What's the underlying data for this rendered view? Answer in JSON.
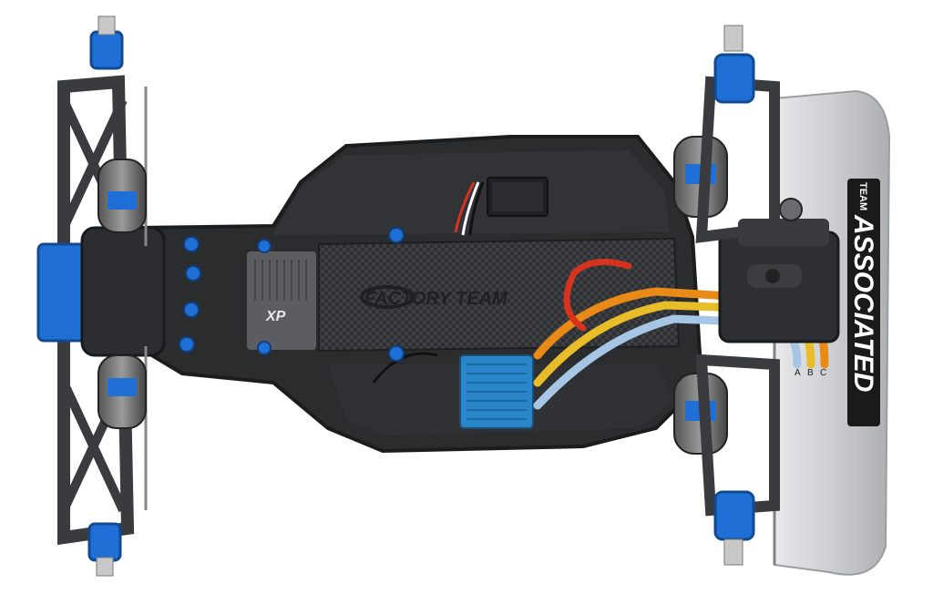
{
  "labels": {
    "chassis_brand": "FACTORY TEAM",
    "servo_badge": "XP",
    "wing_team": "TEAM",
    "wing_brand": "ASSOCIATED",
    "motor_tabs": [
      "A",
      "B",
      "C"
    ]
  },
  "colors": {
    "background": "#ffffff",
    "chassis": "#2b2c2e",
    "chassis_edge": "#1b1c1e",
    "chassis_highlight": "#3a3b3e",
    "anodized_blue": "#1f6fd6",
    "esc_blue": "#2a86c9",
    "carbon": "#343538",
    "wire_orange": "#e98a17",
    "wire_yellow": "#e9bd2a",
    "wire_blue": "#a7c6e6",
    "wire_red": "#d6331f",
    "wing_clear": "#c9cbcf"
  }
}
